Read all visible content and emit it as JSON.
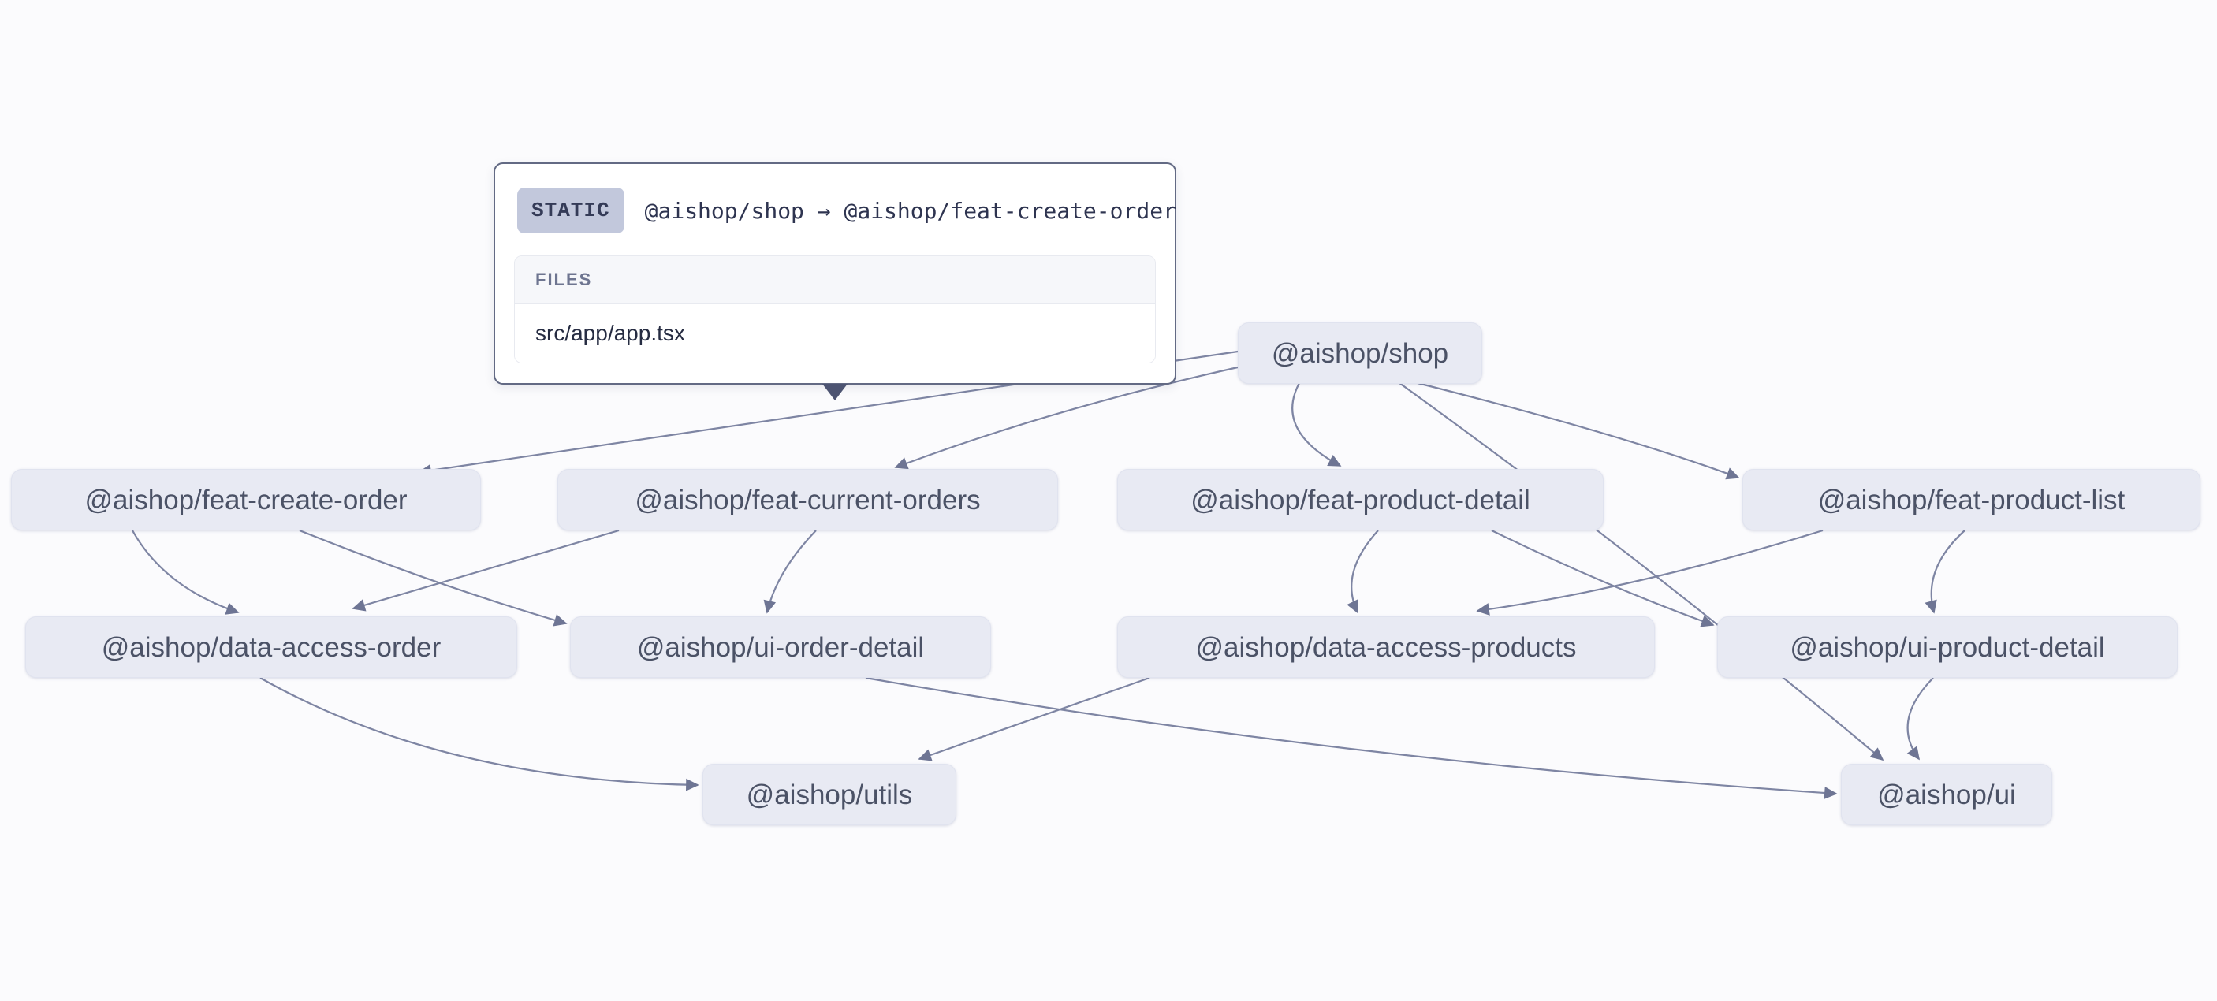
{
  "graph": {
    "name": "project-dependency-graph",
    "colors": {
      "background": "#fbfbfd",
      "node_fill": "#e8eaf3",
      "node_text": "#4b5266",
      "edge": "#7e85a3",
      "arrowhead": "#6e7594",
      "tooltip_border": "#636a84",
      "badge_bg": "#c2c8dc",
      "badge_text": "#343b57"
    },
    "nodes": [
      {
        "id": "shop",
        "label": "@aishop/shop"
      },
      {
        "id": "feat-create-order",
        "label": "@aishop/feat-create-order"
      },
      {
        "id": "feat-current-orders",
        "label": "@aishop/feat-current-orders"
      },
      {
        "id": "feat-product-detail",
        "label": "@aishop/feat-product-detail"
      },
      {
        "id": "feat-product-list",
        "label": "@aishop/feat-product-list"
      },
      {
        "id": "data-access-order",
        "label": "@aishop/data-access-order"
      },
      {
        "id": "ui-order-detail",
        "label": "@aishop/ui-order-detail"
      },
      {
        "id": "data-access-products",
        "label": "@aishop/data-access-products"
      },
      {
        "id": "ui-product-detail",
        "label": "@aishop/ui-product-detail"
      },
      {
        "id": "utils",
        "label": "@aishop/utils"
      },
      {
        "id": "ui",
        "label": "@aishop/ui"
      }
    ],
    "edges": [
      {
        "from": "shop",
        "to": "feat-create-order",
        "hovered": true
      },
      {
        "from": "shop",
        "to": "feat-current-orders",
        "hovered": false
      },
      {
        "from": "shop",
        "to": "feat-product-detail",
        "hovered": false
      },
      {
        "from": "shop",
        "to": "feat-product-list",
        "hovered": false
      },
      {
        "from": "shop",
        "to": "ui",
        "hovered": false
      },
      {
        "from": "feat-create-order",
        "to": "data-access-order",
        "hovered": false
      },
      {
        "from": "feat-create-order",
        "to": "ui-order-detail",
        "hovered": false
      },
      {
        "from": "feat-current-orders",
        "to": "data-access-order",
        "hovered": false
      },
      {
        "from": "feat-current-orders",
        "to": "ui-order-detail",
        "hovered": false
      },
      {
        "from": "feat-product-detail",
        "to": "data-access-products",
        "hovered": false
      },
      {
        "from": "feat-product-detail",
        "to": "ui-product-detail",
        "hovered": false
      },
      {
        "from": "feat-product-list",
        "to": "data-access-products",
        "hovered": false
      },
      {
        "from": "feat-product-list",
        "to": "ui-product-detail",
        "hovered": false
      },
      {
        "from": "data-access-order",
        "to": "utils",
        "hovered": false
      },
      {
        "from": "data-access-products",
        "to": "utils",
        "hovered": false
      },
      {
        "from": "ui-order-detail",
        "to": "ui",
        "hovered": false
      },
      {
        "from": "ui-product-detail",
        "to": "ui",
        "hovered": false
      }
    ],
    "tooltip": {
      "type_label": "STATIC",
      "source": "@aishop/shop",
      "target": "@aishop/feat-create-order",
      "edge_label": "@aishop/shop → @aishop/feat-create-order",
      "files_heading": "FILES",
      "files": [
        "src/app/app.tsx"
      ]
    }
  }
}
